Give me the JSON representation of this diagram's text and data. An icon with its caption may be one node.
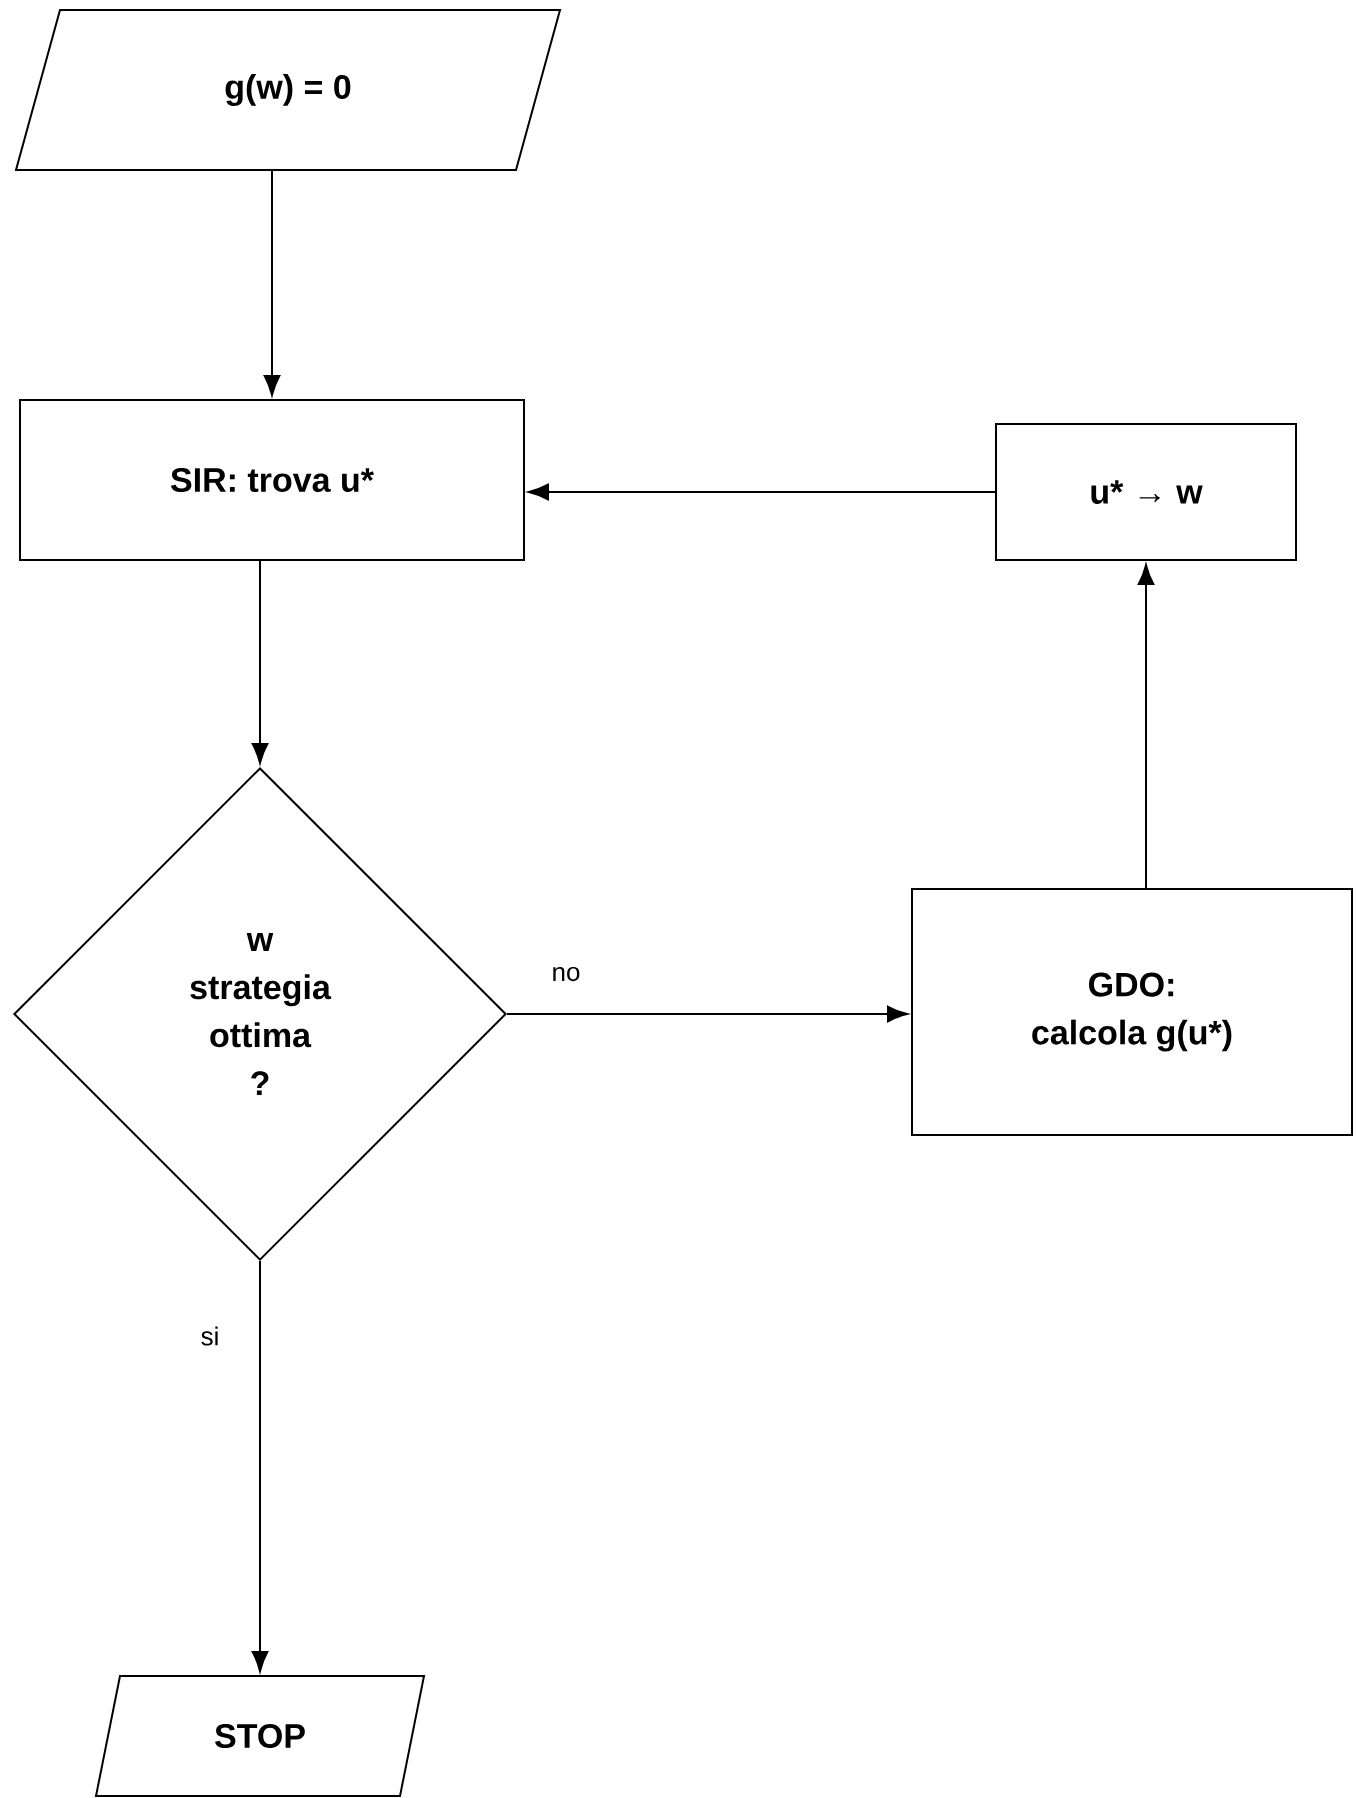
{
  "diagram": {
    "nodes": [
      {
        "text": [
          "g(w) = 0"
        ]
      },
      {
        "text": [
          "SIR: trova u*"
        ]
      },
      {
        "text": [
          "u* → w"
        ]
      },
      {
        "text": [
          "w strategia ottima ?"
        ]
      },
      {
        "text": [
          "GDO:",
          "calcola g(u*)"
        ]
      },
      {
        "text": [
          "STOP"
        ]
      }
    ],
    "edges": [
      {
        "from": 0,
        "to": 1,
        "arrow": "to"
      },
      {
        "from": 1,
        "to": 3,
        "arrow": "to"
      },
      {
        "from": 3,
        "to": 4,
        "arrow": "to",
        "label": "no"
      },
      {
        "from": 4,
        "to": 2,
        "arrow": "to"
      },
      {
        "from": 2,
        "to": 1,
        "arrow": "to"
      },
      {
        "from": 3,
        "to": 5,
        "arrow": "to",
        "label": "si"
      }
    ]
  }
}
